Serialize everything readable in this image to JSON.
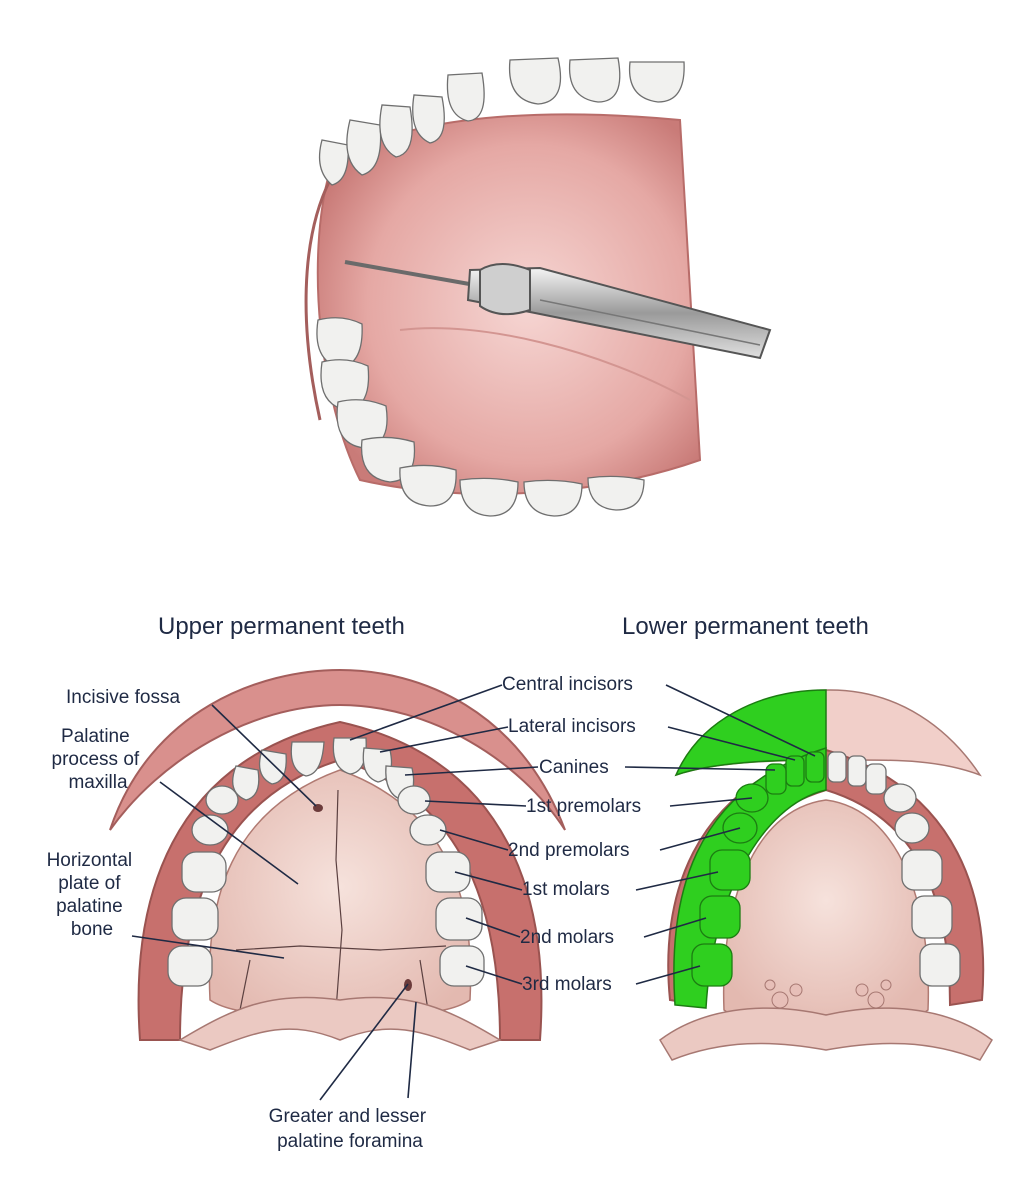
{
  "titles": {
    "upper": "Upper permanent teeth",
    "lower": "Lower permanent teeth"
  },
  "upper_labels": {
    "incisive_fossa": "Incisive fossa",
    "palatine_process": [
      "Palatine",
      "process of",
      "maxilla"
    ],
    "horizontal_plate": [
      "Horizontal",
      "plate of",
      "palatine",
      "bone"
    ],
    "foramina": [
      "Greater and lesser",
      "palatine foramina"
    ]
  },
  "tooth_labels": {
    "central_incisors": "Central incisors",
    "lateral_incisors": "Lateral incisors",
    "canines": "Canines",
    "first_premolars": "1st premolars",
    "second_premolars": "2nd premolars",
    "first_molars": "1st molars",
    "second_molars": "2nd molars",
    "third_molars": "3rd molars"
  },
  "colors": {
    "highlight": "#2fcf1f",
    "label_text": "#1f2a44",
    "gum": "#c97b78",
    "palate": "#efd3cc"
  }
}
